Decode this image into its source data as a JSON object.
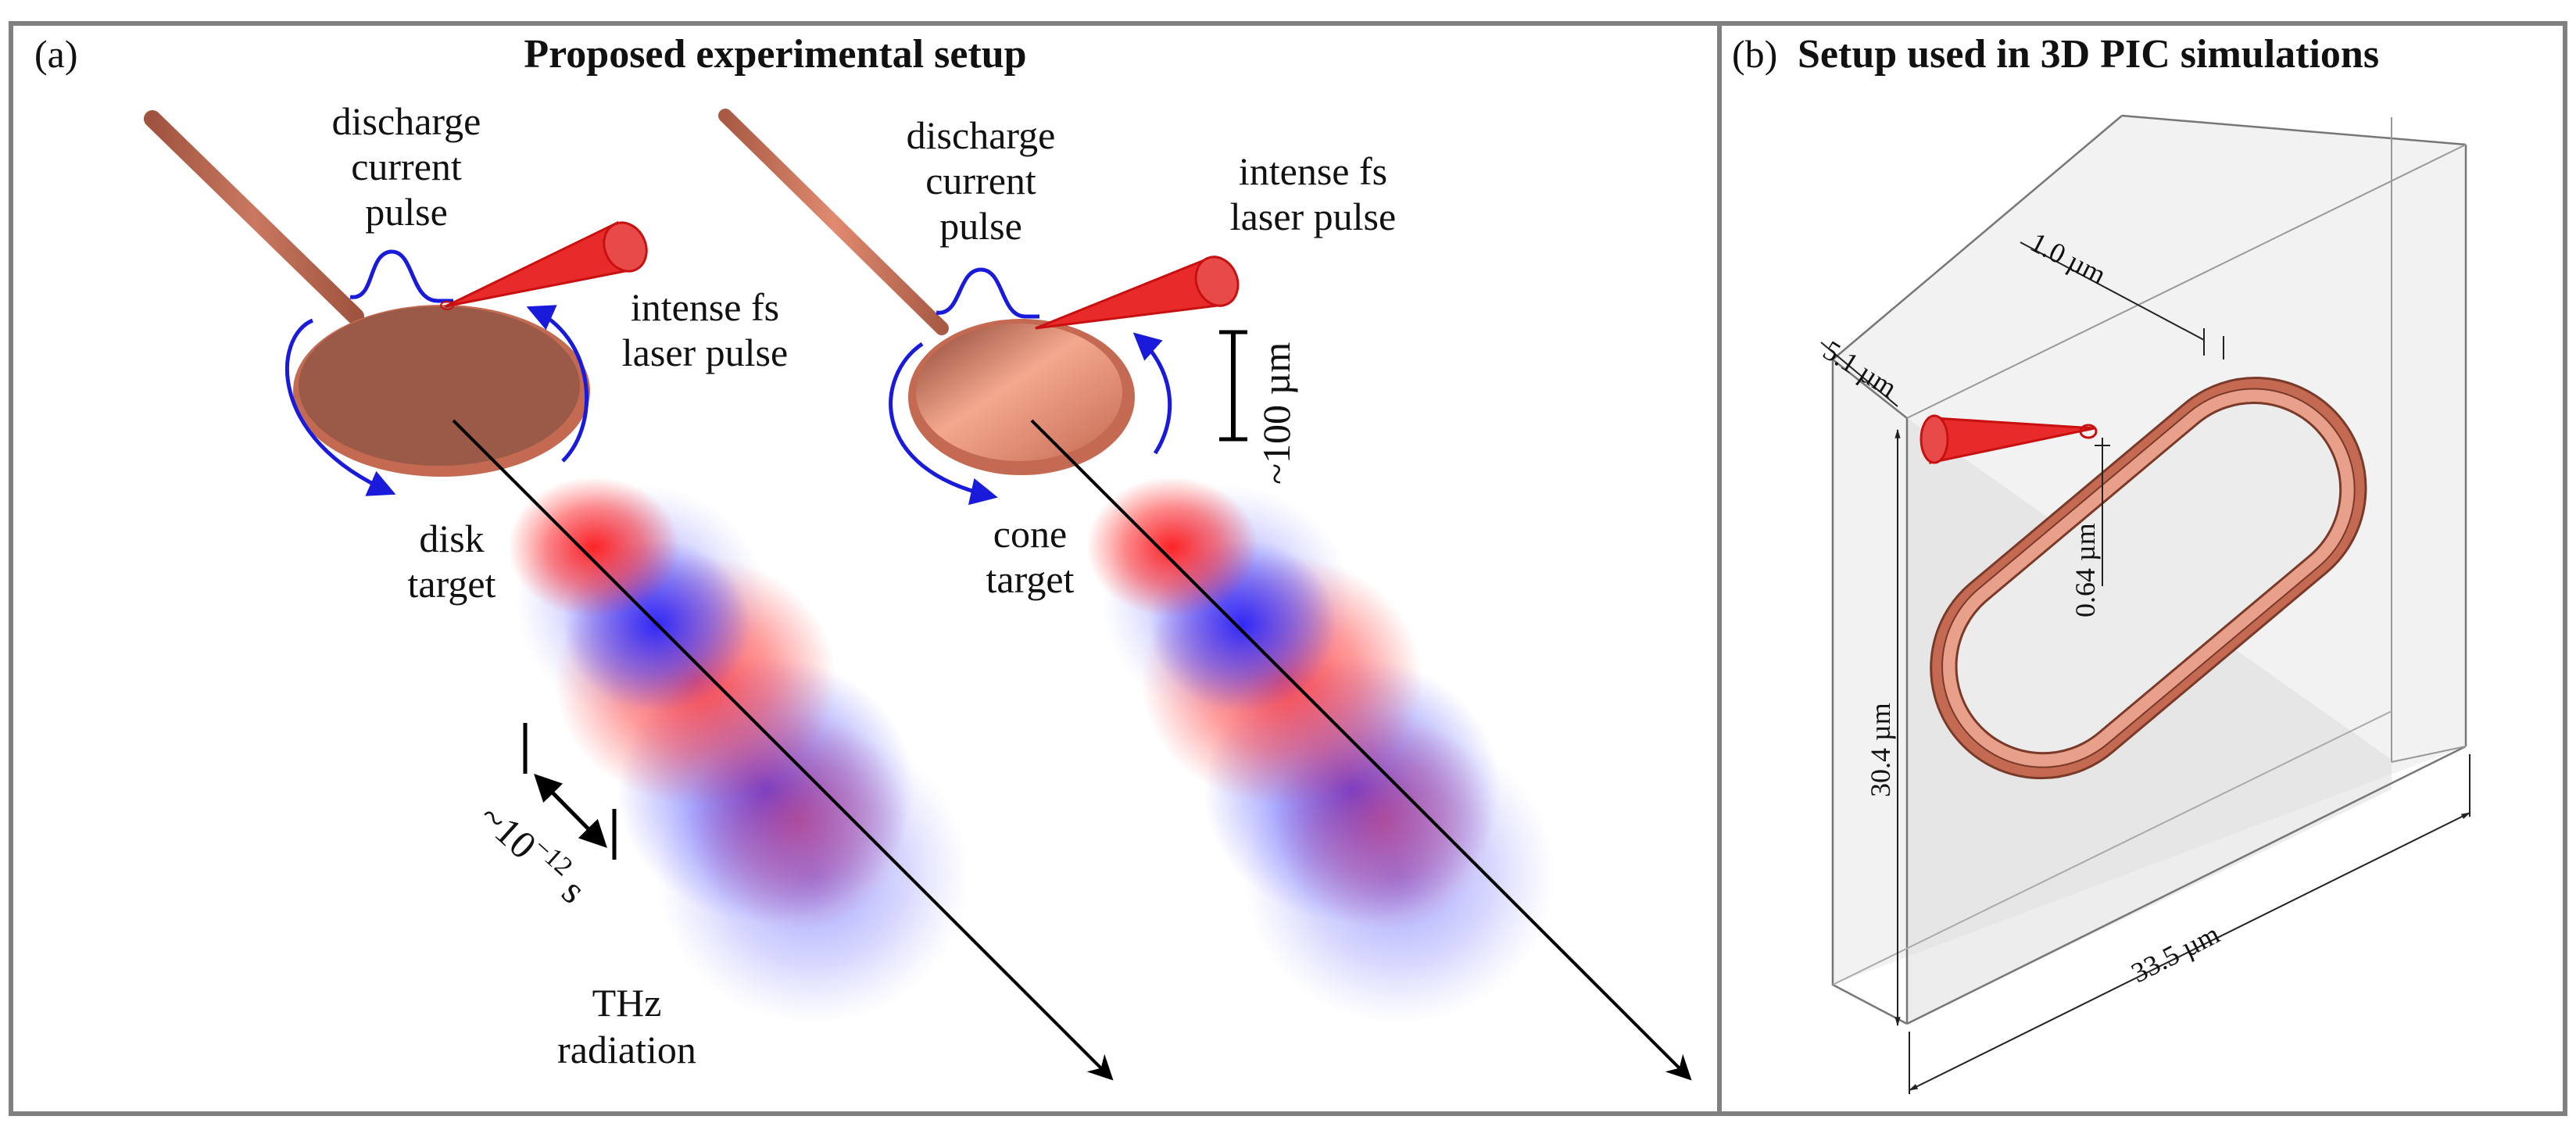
{
  "panel_a": {
    "letter": "(a)",
    "title": "Proposed experimental setup",
    "disk": {
      "current_label": [
        "discharge",
        "current",
        "pulse"
      ],
      "laser_label": [
        "intense fs",
        "laser pulse"
      ],
      "target_label": [
        "disk",
        "target"
      ]
    },
    "cone": {
      "current_label": [
        "discharge",
        "current",
        "pulse"
      ],
      "laser_label": [
        "intense fs",
        "laser pulse"
      ],
      "target_label": [
        "cone",
        "target"
      ]
    },
    "scale_bar_label": "~100 µm",
    "time_scale_label": "~10",
    "time_scale_exponent": "−12",
    "time_scale_unit": " s",
    "radiation_label": [
      "THz",
      "radiation"
    ]
  },
  "panel_b": {
    "letter": "(b)",
    "title": "Setup used in 3D PIC simulations",
    "dimensions": {
      "ring_width": "1.0 µm",
      "box_depth": "5.1 µm",
      "ring_thickness": "0.64 µm",
      "box_height": "30.4 µm",
      "box_width": "33.5 µm"
    }
  },
  "colors": {
    "copper": "#c96f55",
    "copper_dark": "#8f4a37",
    "disk_face": "#9b5a47",
    "laser": "#e21d1d",
    "current": "#1a1adb",
    "thz_red": "#ff1a1a",
    "thz_blue": "#1a1aff",
    "frame": "#808080"
  }
}
